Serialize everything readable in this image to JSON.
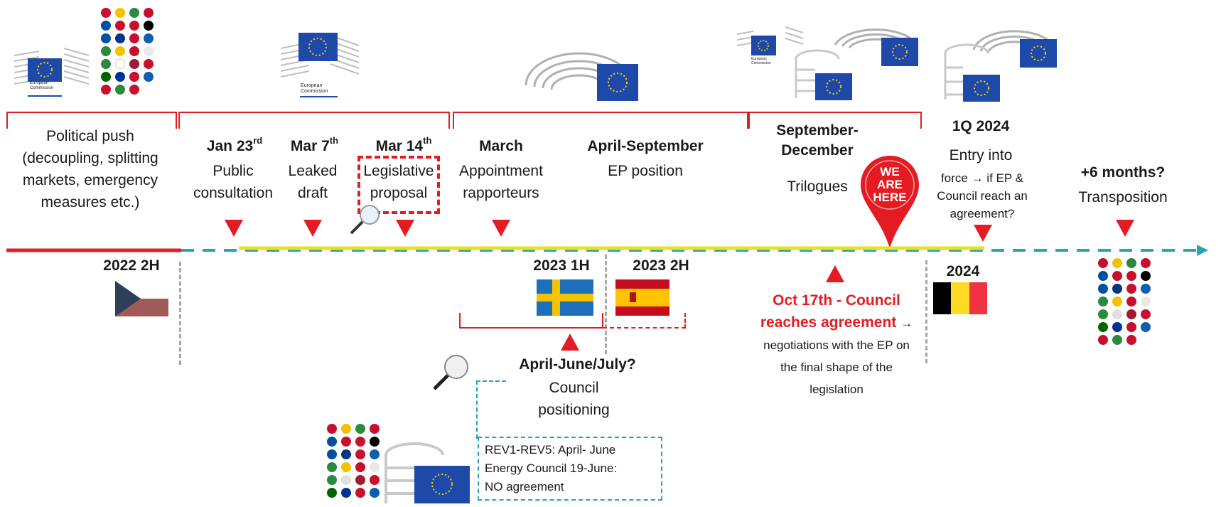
{
  "blocks": {
    "political_push": "Political push (decoupling, splitting markets, emergency measures etc.)",
    "consultation_date": "Jan 23",
    "consultation_sup": "rd",
    "consultation_label": "Public consultation",
    "leaked_date": "Mar 7",
    "leaked_sup": "th",
    "leaked_label": "Leaked draft",
    "proposal_date": "Mar 14",
    "proposal_sup": "th",
    "proposal_label": "Legislative proposal",
    "march_date": "March",
    "march_label": "Appointment rapporteurs",
    "ep_date": "April-September",
    "ep_label": "EP position",
    "trilogue_date": "September-December",
    "trilogue_label": "Trilogues",
    "entry_date": "1Q 2024",
    "entry_label": "Entry into",
    "entry_small": "force → if EP & Council reach an agreement?",
    "transpo_date": "+6 months?",
    "transpo_label": "Transposition"
  },
  "badge": {
    "line1": "WE",
    "line2": "ARE",
    "line3": "HERE"
  },
  "presidencies": {
    "p1": "2022 2H",
    "p2": "2023 1H",
    "p3": "2023 2H",
    "p4": "2024"
  },
  "council": {
    "date": "April-June/July?",
    "label": "Council positioning",
    "box_line1": "REV1-REV5: April- June",
    "box_line2": "Energy Council 19-June:",
    "box_line3": "NO agreement"
  },
  "agreement": {
    "red": "Oct 17th - Council reaches agreement",
    "black": "→ negotiations with the EP on the final shape of the legislation"
  },
  "logos": {
    "ec1": "European Commission",
    "ec2": "European Commission",
    "ec3": "European Commission"
  },
  "colors": {
    "accent_red": "#e31b23",
    "timeline_yellow": "#e6e21f",
    "timeline_teal": "#2aa3b5",
    "eu_blue": "#1f49a8"
  }
}
